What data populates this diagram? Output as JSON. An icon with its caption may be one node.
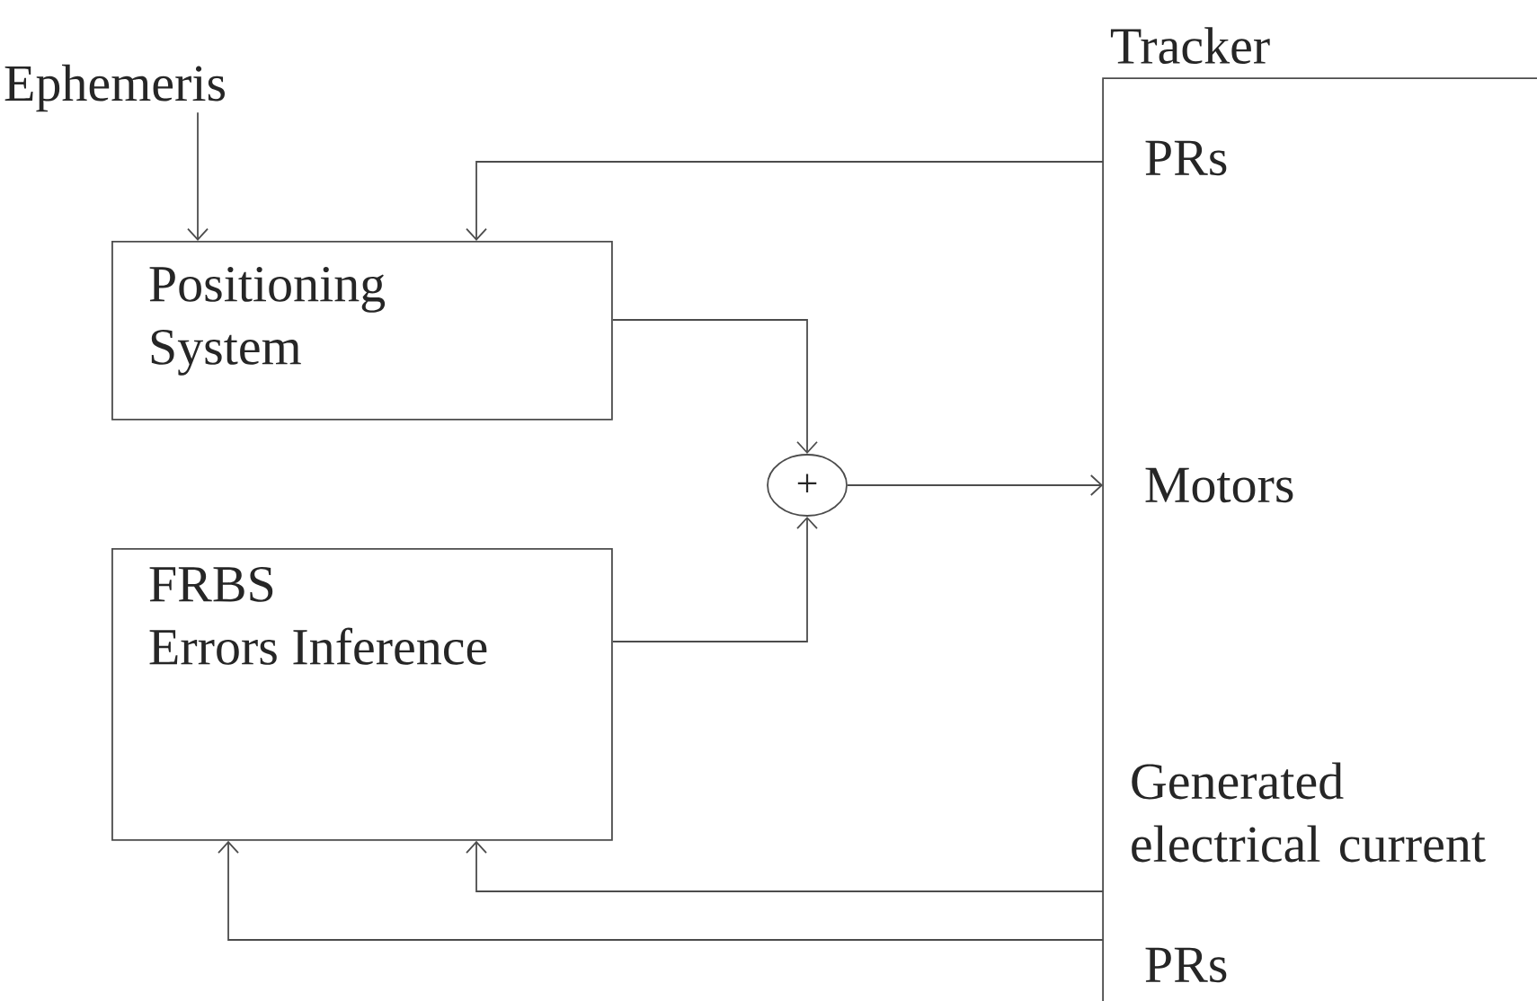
{
  "diagram": {
    "nodes": [
      {
        "text": [
          "Ephemeris"
        ]
      },
      {
        "text": [
          "Positioning System"
        ]
      },
      {
        "text": [
          "FRBS",
          "Errors Inference"
        ]
      },
      {
        "text": [
          "+"
        ]
      },
      {
        "text": [
          "Tracker",
          "PRs",
          "Motors",
          "Generated electrical current",
          "PRs"
        ]
      }
    ],
    "edges": [
      {
        "from": 0,
        "to": 1,
        "arrow": "to"
      },
      {
        "from": 4,
        "to": 1,
        "arrow": "to"
      },
      {
        "from": 1,
        "to": 3,
        "arrow": "to"
      },
      {
        "from": 2,
        "to": 3,
        "arrow": "to"
      },
      {
        "from": 3,
        "to": 4,
        "arrow": "to"
      },
      {
        "from": 4,
        "to": 2,
        "arrow": "to"
      },
      {
        "from": 4,
        "to": 2,
        "arrow": "to"
      }
    ]
  }
}
